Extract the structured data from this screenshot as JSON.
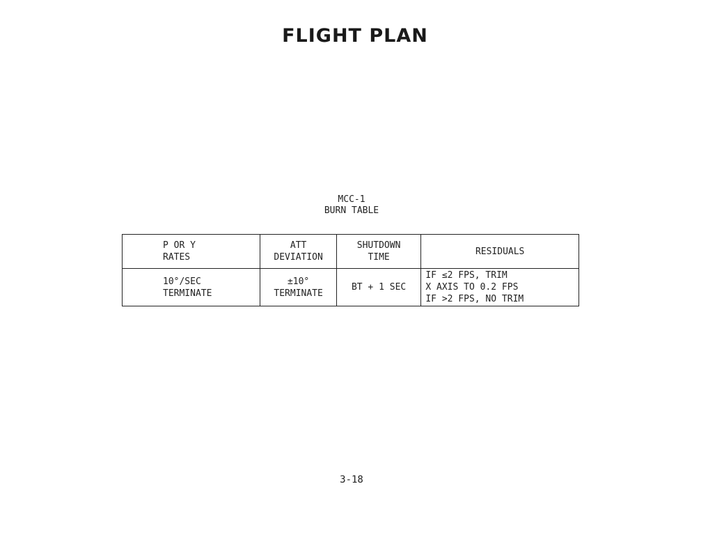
{
  "title": "FLIGHT PLAN",
  "caption": {
    "line1": "MCC-1",
    "line2": "BURN TABLE"
  },
  "table": {
    "headers": [
      [
        "P OR Y",
        "RATES"
      ],
      [
        "ATT",
        "DEVIATION"
      ],
      [
        "SHUTDOWN",
        "TIME"
      ],
      [
        "RESIDUALS"
      ]
    ],
    "row": [
      [
        "10°/SEC",
        "TERMINATE"
      ],
      [
        "±10°",
        "TERMINATE"
      ],
      [
        "BT + 1 SEC"
      ],
      [
        "IF ≤2 FPS, TRIM",
        "X AXIS TO 0.2 FPS",
        "IF >2 FPS, NO TRIM"
      ]
    ]
  },
  "page_number": "3-18"
}
